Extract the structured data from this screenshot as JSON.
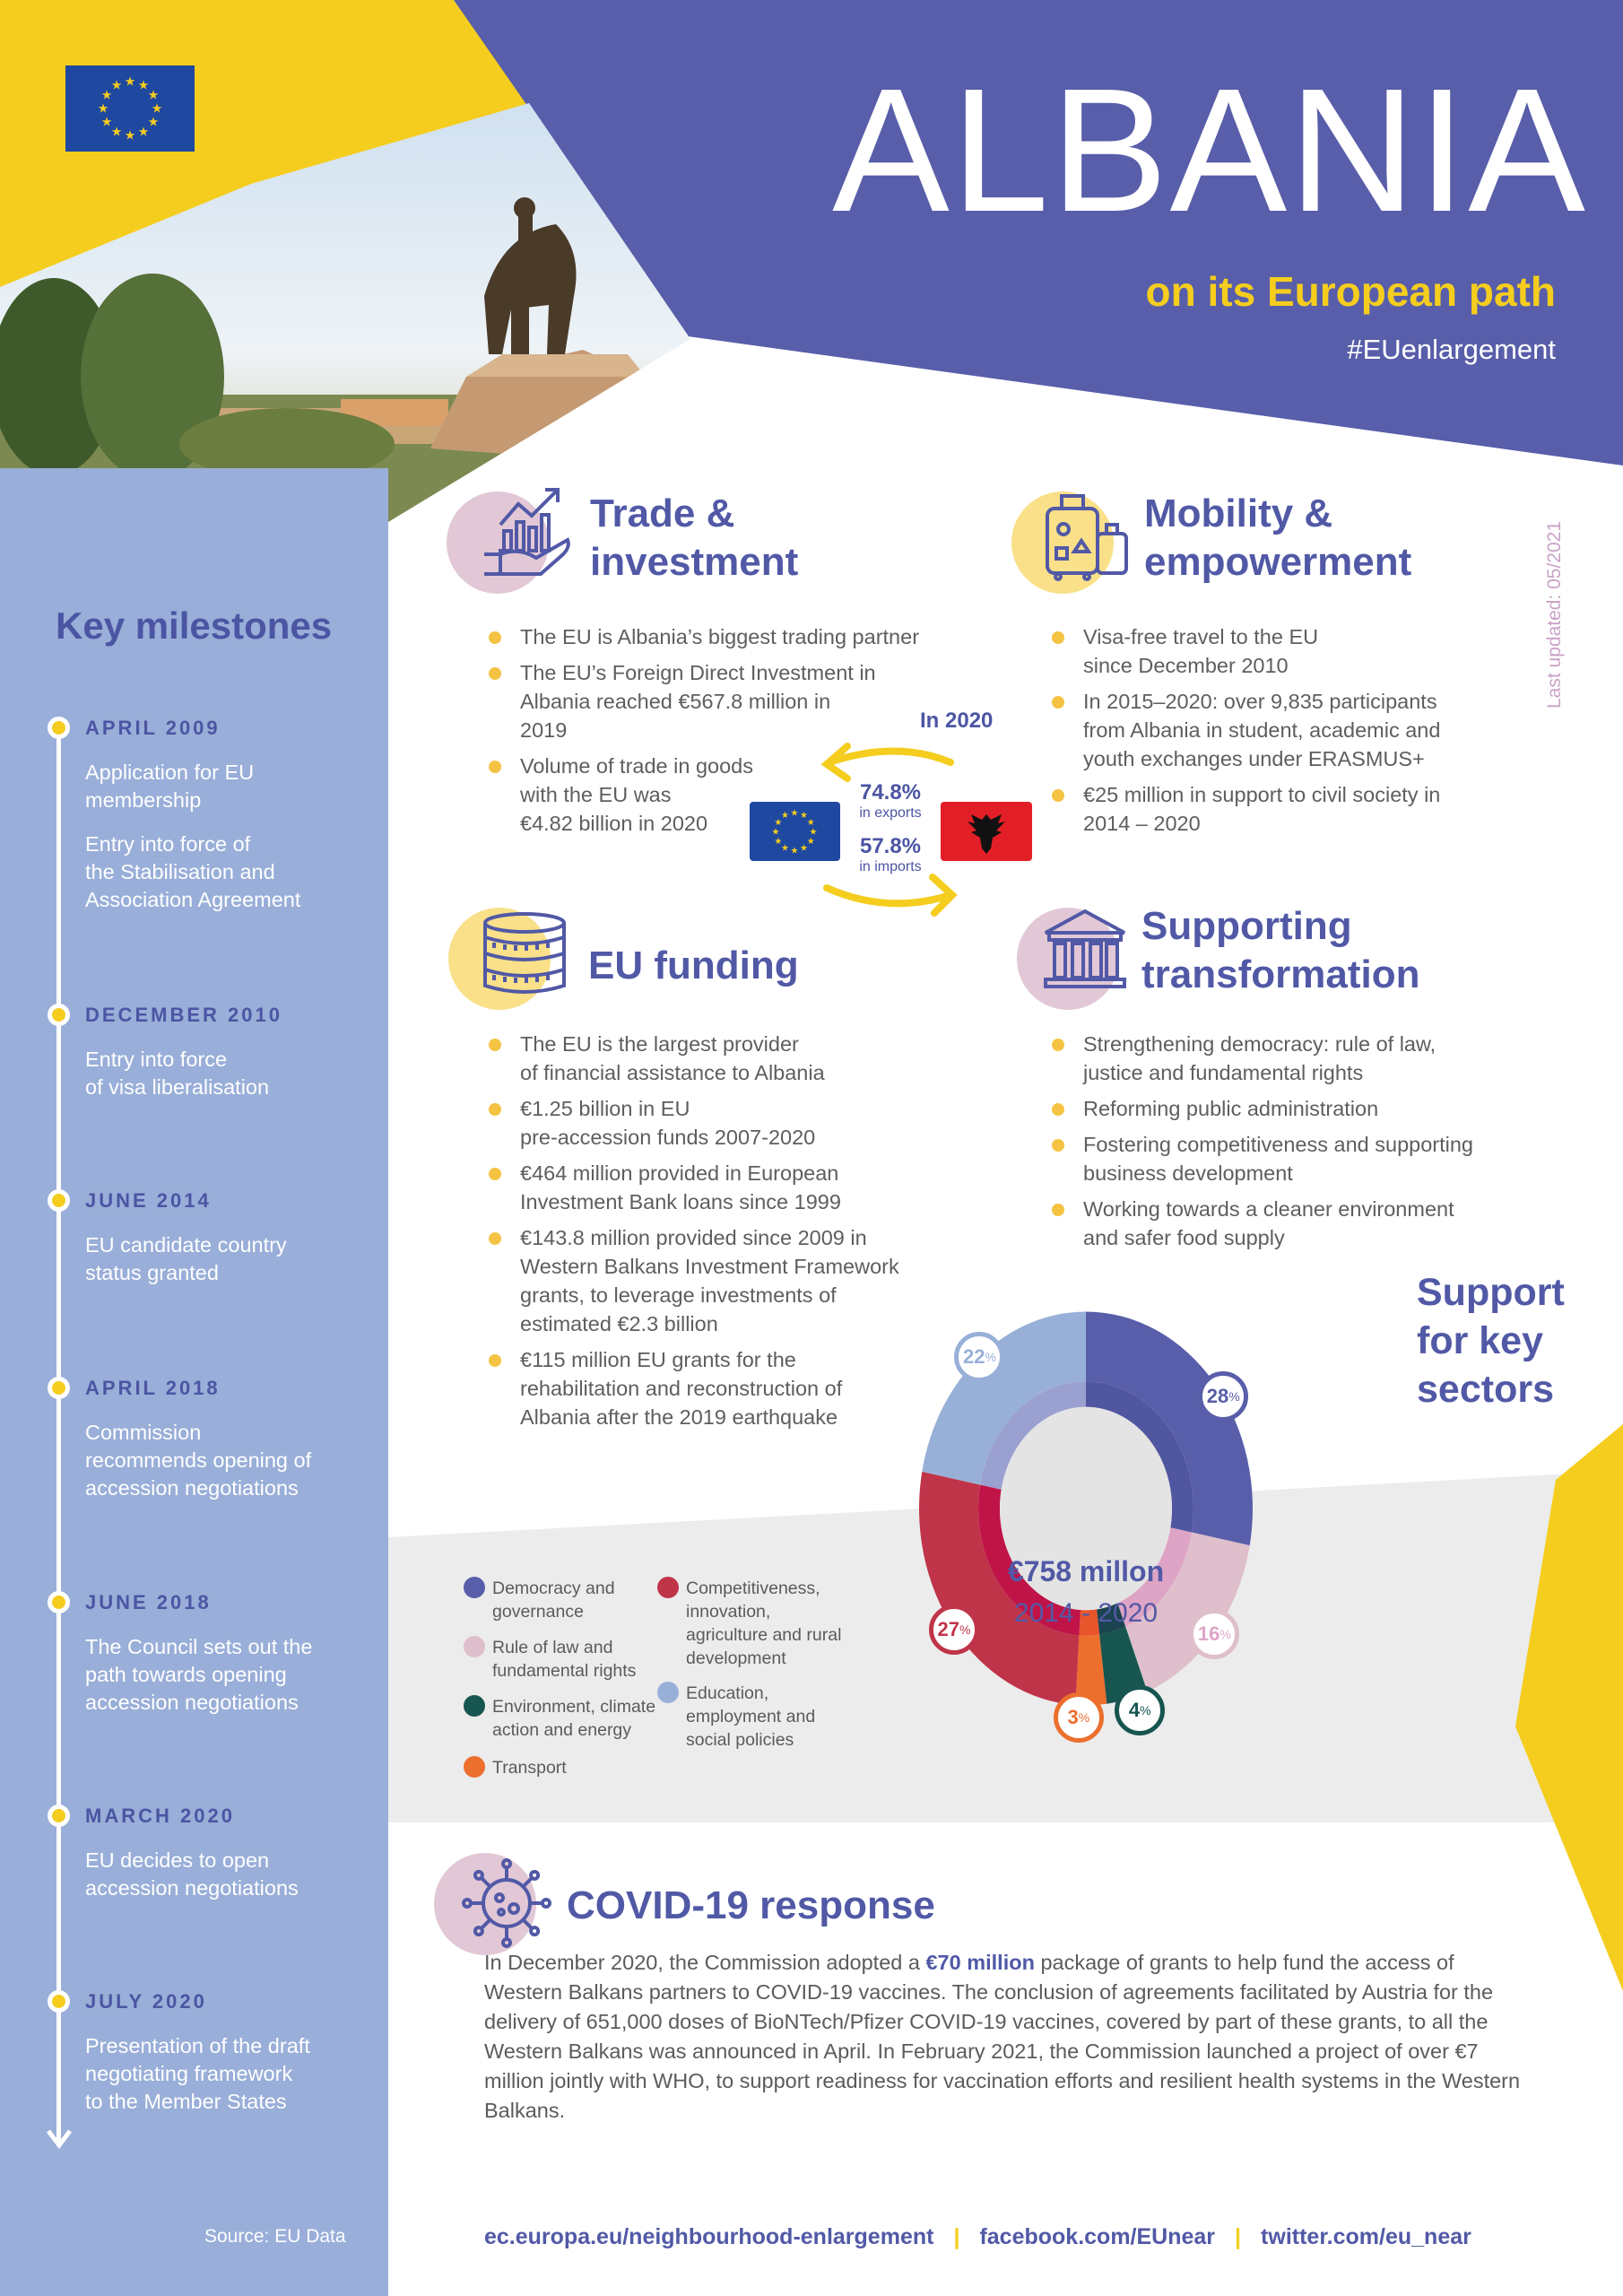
{
  "header": {
    "title": "ALBANIA",
    "subtitle": "on its European path",
    "hashtag": "#EUenlargement",
    "last_updated": "Last updated: 05/2021"
  },
  "colors": {
    "purple": "#585ea9",
    "yellow": "#f5cd1e",
    "sidebar_blue": "#99aed8",
    "bullet_yellow": "#f5c343"
  },
  "trade": {
    "title": "Trade &\ninvestment",
    "icon": "hand-chart-icon",
    "bullets": [
      "The EU is Albania’s biggest trading partner",
      "The EU’s Foreign Direct Investment in\nAlbania reached €567.8 million in\n2019",
      "Volume of trade in goods\nwith the EU was\n€4.82 billion in 2020"
    ],
    "in_year": "In 2020",
    "exports_pct": "74.8%",
    "exports_label": "in exports",
    "imports_pct": "57.8%",
    "imports_label": "in imports"
  },
  "mobility": {
    "title": "Mobility &\nempowerment",
    "icon": "luggage-icon",
    "bullets": [
      "Visa-free travel to the EU\nsince December 2010",
      "In 2015–2020: over 9,835 participants\nfrom Albania in student, academic and\nyouth exchanges under ERASMUS+",
      "€25 million in support to civil society in\n2014 – 2020"
    ]
  },
  "funding": {
    "title": "EU funding",
    "icon": "coins-icon",
    "bullets": [
      "The EU is the largest provider\nof financial assistance to Albania",
      "€1.25 billion in EU\npre-accession funds 2007-2020",
      "€464 million provided in European\nInvestment Bank loans since 1999",
      "€143.8 million provided since 2009 in\nWestern Balkans Investment Framework\ngrants, to leverage investments of\nestimated €2.3 billion",
      "€115 million EU grants for the\nrehabilitation and reconstruction of\nAlbania after the 2019 earthquake"
    ]
  },
  "transformation": {
    "title": "Supporting\ntransformation",
    "icon": "institution-icon",
    "bullets": [
      "Strengthening democracy: rule of law,\njustice and fundamental rights",
      "Reforming public administration",
      "Fostering competitiveness and supporting\nbusiness development",
      "Working towards a cleaner environment\nand safer food supply"
    ]
  },
  "milestones": {
    "title": "Key milestones",
    "items": [
      {
        "date": "APRIL 2009",
        "events": [
          "Application for EU\nmembership",
          "Entry into force of\nthe Stabilisation and\nAssociation Agreement"
        ]
      },
      {
        "date": "DECEMBER 2010",
        "events": [
          "Entry into force\nof visa liberalisation"
        ]
      },
      {
        "date": "JUNE 2014",
        "events": [
          "EU candidate country\nstatus granted"
        ]
      },
      {
        "date": "APRIL 2018",
        "events": [
          "Commission\nrecommends opening of\naccession negotiations"
        ]
      },
      {
        "date": "JUNE 2018",
        "events": [
          "The Council sets out the\npath towards opening\naccession negotiations"
        ]
      },
      {
        "date": "MARCH 2020",
        "events": [
          "EU decides to open\naccession negotiations"
        ]
      },
      {
        "date": "JULY 2020",
        "events": [
          "Presentation of the draft\nnegotiating framework\nto the Member States"
        ]
      }
    ],
    "source": "Source: EU Data"
  },
  "chart_data": {
    "type": "pie",
    "title": "Support\nfor key\nsectors",
    "center_value": "€758 millon",
    "center_period": "2014 - 2020",
    "legend_placement": "left",
    "series": [
      {
        "name": "Democracy and\ngovernance",
        "value": 28,
        "label": "28",
        "color": "#585ea9",
        "inner_color": "#5057a0"
      },
      {
        "name": "Rule of law and\nfundamental rights",
        "value": 16,
        "label": "16",
        "color": "#dfbfcc",
        "inner_color": "#dea4c6"
      },
      {
        "name": "Environment, climate\naction and energy",
        "value": 4,
        "label": "4",
        "color": "#175550",
        "inner_color": "#1b4450"
      },
      {
        "name": "Transport",
        "value": 3,
        "label": "3",
        "color": "#ec6f2d",
        "inner_color": "#e8552b"
      },
      {
        "name": "Competitiveness,\ninnovation,\nagriculture and rural\ndevelopment",
        "value": 27,
        "label": "27",
        "color": "#c0344a",
        "inner_color": "#c01448"
      },
      {
        "name": "Education,\nemployment and\nsocial policies",
        "value": 22,
        "label": "22",
        "color": "#98b0d8",
        "inner_color": "#9aa0cf"
      }
    ],
    "unit": "%"
  },
  "covid": {
    "title": "COVID-19 response",
    "icon": "virus-icon",
    "text_before": "In December 2020, the Commission adopted a ",
    "highlight": "€70 million",
    "text_after": " package of grants to help fund the access of Western Balkans partners to COVID-19 vaccines. The conclusion of agreements facilitated by Austria for the delivery of 651,000 doses of BioNTech/Pfizer COVID-19 vaccines, covered by part of these grants, to all the Western Balkans was announced in April. In February 2021, the Commission launched a project of over €7 million jointly with WHO, to support readiness for vaccination efforts and resilient health systems in the Western Balkans."
  },
  "footer": {
    "links": [
      "ec.europa.eu/neighbourhood-enlargement",
      "facebook.com/EUnear",
      "twitter.com/eu_near"
    ],
    "separator": "|"
  }
}
